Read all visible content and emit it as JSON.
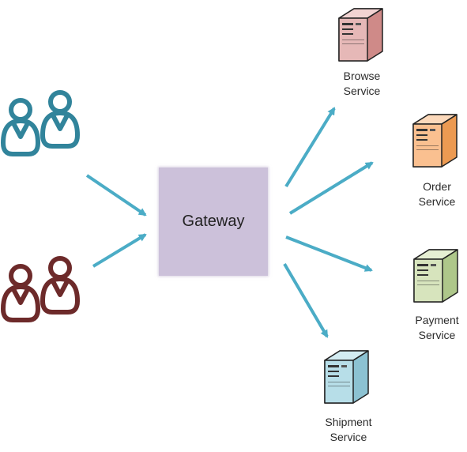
{
  "gateway": {
    "label": "Gateway"
  },
  "client_groups": [
    {
      "id": "clients-teal",
      "color": "#31849b"
    },
    {
      "id": "clients-maroon",
      "color": "#6d2a2a"
    }
  ],
  "services": [
    {
      "id": "browse",
      "line1": "Browse",
      "line2": "Service",
      "colors": {
        "front": "#e6b8b7",
        "side": "#cf8a88",
        "top": "#f2d3d2"
      }
    },
    {
      "id": "order",
      "line1": "Order",
      "line2": "Service",
      "colors": {
        "front": "#fac090",
        "side": "#ec9a52",
        "top": "#fcd9bb"
      }
    },
    {
      "id": "payment",
      "line1": "Payment",
      "line2": "Service",
      "colors": {
        "front": "#d7e4bd",
        "side": "#aec78a",
        "top": "#e6efd3"
      }
    },
    {
      "id": "shipment",
      "line1": "Shipment",
      "line2": "Service",
      "colors": {
        "front": "#b7dee8",
        "side": "#8cc2d2",
        "top": "#d3ecf2"
      }
    }
  ],
  "colors": {
    "arrow": "#4bacc6",
    "gateway": "#ccc1da",
    "outline": "#222222"
  }
}
